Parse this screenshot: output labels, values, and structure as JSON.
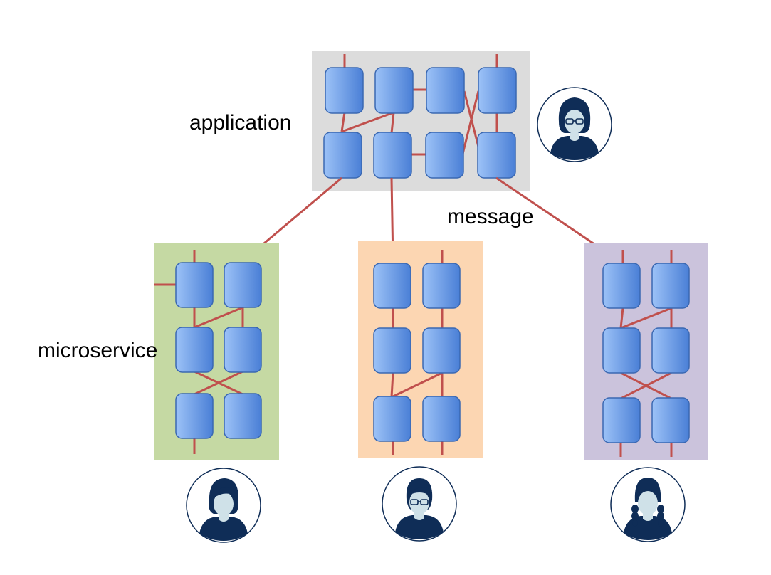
{
  "labels": {
    "application": "application",
    "message": "message",
    "microservice": "microservice"
  },
  "colors": {
    "application_bg": "#dcdcdc",
    "microservice_green_bg": "#c5d9a3",
    "microservice_orange_bg": "#fcd6b2",
    "microservice_purple_bg": "#cbc3dc",
    "component_fill": "#6f9fea",
    "component_stroke": "#3a68b2",
    "connector": "#c0504d",
    "avatar_dark": "#0f2d57",
    "avatar_skin": "#cfe1e8"
  },
  "icons": {
    "application_user": "woman-with-glasses-icon",
    "green_user": "woman-icon",
    "orange_user": "woman-with-glasses-icon",
    "purple_user": "woman-with-braids-icon"
  }
}
